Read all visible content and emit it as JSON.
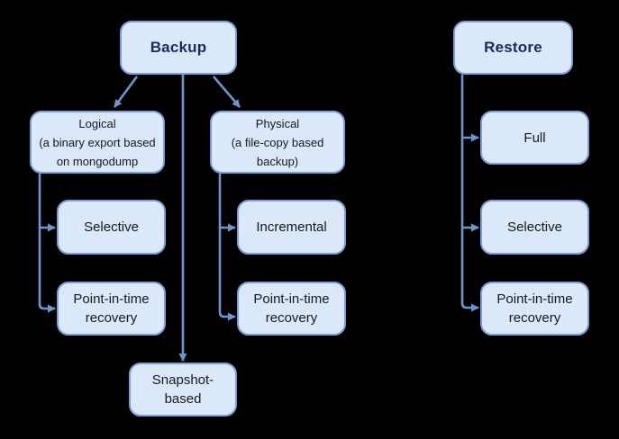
{
  "theme": {
    "background": "#000000",
    "node-fill": "#dbe8fa",
    "node-border": "#7e9dd4",
    "arrow-color": "#6f94ce",
    "header-text-color": "#1c2a5e",
    "body-text-color": "#16181d"
  },
  "nodes": {
    "backup": {
      "label": "Backup"
    },
    "logical": {
      "title": "Logical",
      "subtitle1": "(a binary export based",
      "subtitle2": "on mongodump"
    },
    "physical": {
      "title": "Physical",
      "subtitle1": "(a file-copy based",
      "subtitle2": "backup)"
    },
    "selective_under_logical": {
      "label": "Selective"
    },
    "pit_under_logical": {
      "line1": "Point-in-time",
      "line2": "recovery"
    },
    "incremental": {
      "label": "Incremental"
    },
    "pit_under_physical": {
      "line1": "Point-in-time",
      "line2": "recovery"
    },
    "snapshot": {
      "line1": "Snapshot-",
      "line2": "based"
    },
    "restore": {
      "label": "Restore"
    },
    "full": {
      "label": "Full"
    },
    "selective_under_restore": {
      "label": "Selective"
    },
    "pit_under_restore": {
      "line1": "Point-in-time",
      "line2": "recovery"
    }
  }
}
